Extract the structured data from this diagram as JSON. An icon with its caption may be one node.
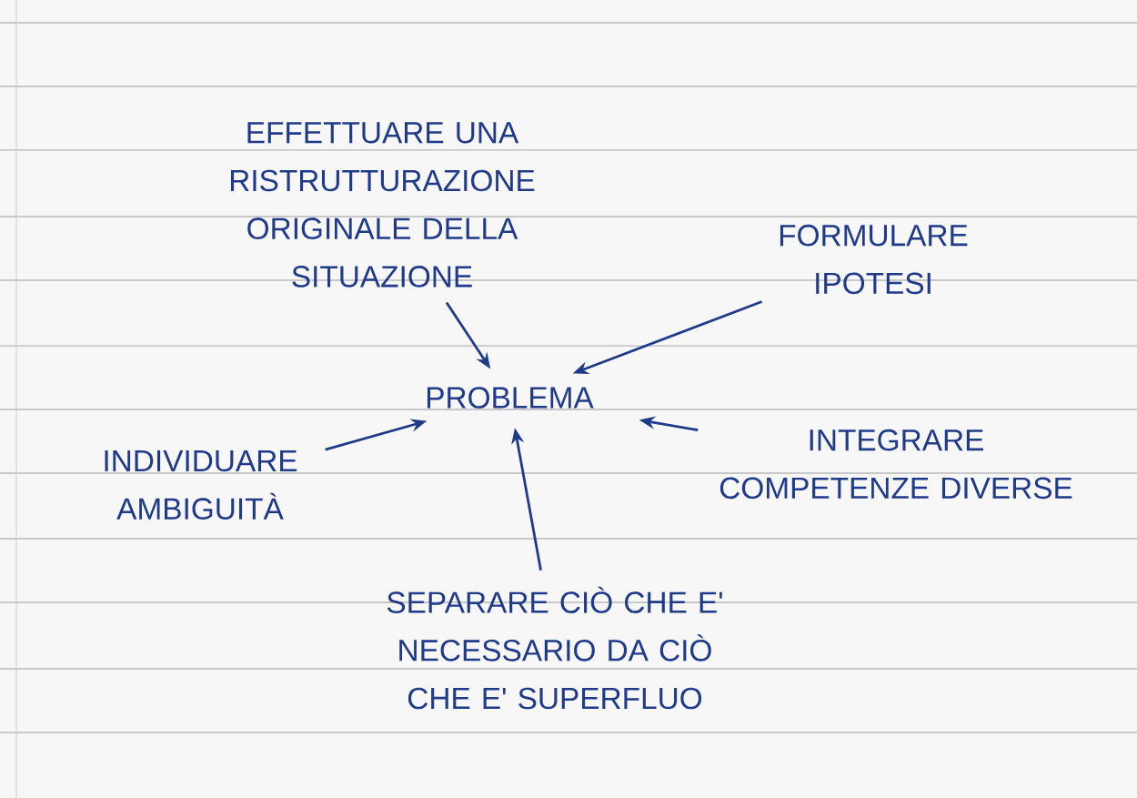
{
  "diagram": {
    "nodes": [
      {
        "text": [
          "PROBLEMA"
        ]
      },
      {
        "text": [
          "EFFETTUARE UNA RISTRUTTURAZIONE ORIGINALE DELLA SITUAZIONE"
        ]
      },
      {
        "text": [
          "FORMULARE IPOTESI"
        ]
      },
      {
        "text": [
          "INDIVIDUARE AMBIGUITÀ"
        ]
      },
      {
        "text": [
          "INTEGRARE COMPETENZE DIVERSE"
        ]
      },
      {
        "text": [
          "SEPARARE CIÒ CHE E' NECESSARIO DA CIÒ CHE E' SUPERFLUO"
        ]
      }
    ],
    "edges": [
      {
        "from": 1,
        "to": 0,
        "arrow": "to"
      },
      {
        "from": 2,
        "to": 0,
        "arrow": "to"
      },
      {
        "from": 3,
        "to": 0,
        "arrow": "to"
      },
      {
        "from": 4,
        "to": 0,
        "arrow": "to"
      },
      {
        "from": 5,
        "to": 0,
        "arrow": "to"
      }
    ]
  }
}
